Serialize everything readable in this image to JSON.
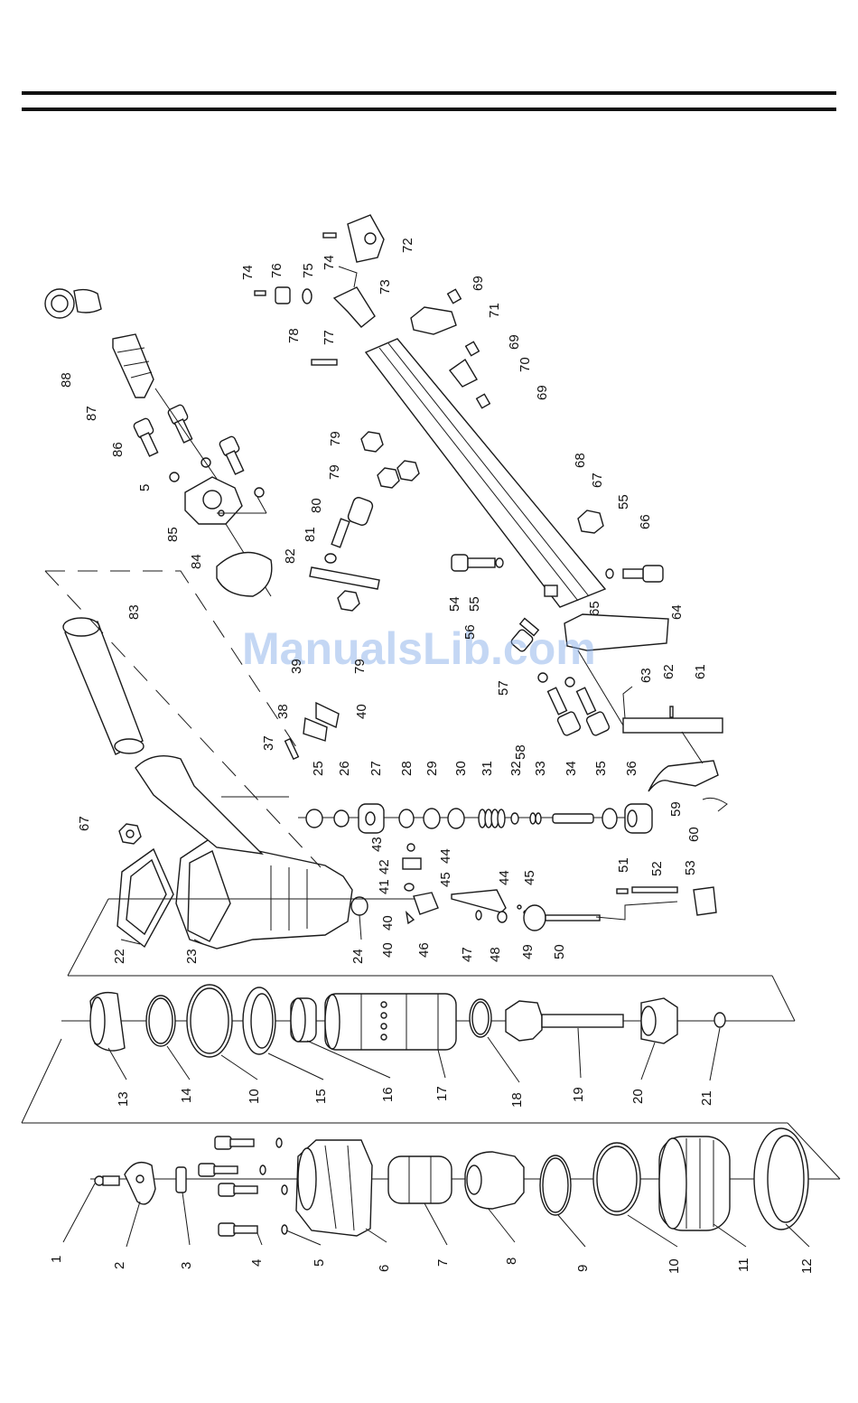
{
  "watermark": "ManualsLib.com",
  "callouts": [
    {
      "id": "c1",
      "text": "1"
    },
    {
      "id": "c2",
      "text": "2"
    },
    {
      "id": "c3",
      "text": "3"
    },
    {
      "id": "c4",
      "text": "4"
    },
    {
      "id": "c5a",
      "text": "5"
    },
    {
      "id": "c5b",
      "text": "5"
    },
    {
      "id": "c6",
      "text": "6"
    },
    {
      "id": "c7",
      "text": "7"
    },
    {
      "id": "c8",
      "text": "8"
    },
    {
      "id": "c9",
      "text": "9"
    },
    {
      "id": "c10a",
      "text": "10"
    },
    {
      "id": "c10b",
      "text": "10"
    },
    {
      "id": "c11",
      "text": "11"
    },
    {
      "id": "c12",
      "text": "12"
    },
    {
      "id": "c13",
      "text": "13"
    },
    {
      "id": "c14",
      "text": "14"
    },
    {
      "id": "c15",
      "text": "15"
    },
    {
      "id": "c16",
      "text": "16"
    },
    {
      "id": "c17",
      "text": "17"
    },
    {
      "id": "c18",
      "text": "18"
    },
    {
      "id": "c19",
      "text": "19"
    },
    {
      "id": "c20",
      "text": "20"
    },
    {
      "id": "c21",
      "text": "21"
    },
    {
      "id": "c22",
      "text": "22"
    },
    {
      "id": "c23",
      "text": "23"
    },
    {
      "id": "c24",
      "text": "24"
    },
    {
      "id": "c25",
      "text": "25"
    },
    {
      "id": "c26",
      "text": "26"
    },
    {
      "id": "c27",
      "text": "27"
    },
    {
      "id": "c28",
      "text": "28"
    },
    {
      "id": "c29",
      "text": "29"
    },
    {
      "id": "c30",
      "text": "30"
    },
    {
      "id": "c31",
      "text": "31"
    },
    {
      "id": "c32",
      "text": "32"
    },
    {
      "id": "c33",
      "text": "33"
    },
    {
      "id": "c34",
      "text": "34"
    },
    {
      "id": "c35",
      "text": "35"
    },
    {
      "id": "c36",
      "text": "36"
    },
    {
      "id": "c37",
      "text": "37"
    },
    {
      "id": "c38",
      "text": "38"
    },
    {
      "id": "c39",
      "text": "39"
    },
    {
      "id": "c40a",
      "text": "40"
    },
    {
      "id": "c40b",
      "text": "40"
    },
    {
      "id": "c40c",
      "text": "40"
    },
    {
      "id": "c41",
      "text": "41"
    },
    {
      "id": "c42",
      "text": "42"
    },
    {
      "id": "c43",
      "text": "43"
    },
    {
      "id": "c44a",
      "text": "44"
    },
    {
      "id": "c44b",
      "text": "44"
    },
    {
      "id": "c45a",
      "text": "45"
    },
    {
      "id": "c45b",
      "text": "45"
    },
    {
      "id": "c46",
      "text": "46"
    },
    {
      "id": "c47",
      "text": "47"
    },
    {
      "id": "c48",
      "text": "48"
    },
    {
      "id": "c49",
      "text": "49"
    },
    {
      "id": "c50",
      "text": "50"
    },
    {
      "id": "c51",
      "text": "51"
    },
    {
      "id": "c52",
      "text": "52"
    },
    {
      "id": "c53",
      "text": "53"
    },
    {
      "id": "c54",
      "text": "54"
    },
    {
      "id": "c55a",
      "text": "55"
    },
    {
      "id": "c55b",
      "text": "55"
    },
    {
      "id": "c56",
      "text": "56"
    },
    {
      "id": "c57",
      "text": "57"
    },
    {
      "id": "c58",
      "text": "58"
    },
    {
      "id": "c59",
      "text": "59"
    },
    {
      "id": "c60",
      "text": "60"
    },
    {
      "id": "c61",
      "text": "61"
    },
    {
      "id": "c62",
      "text": "62"
    },
    {
      "id": "c63",
      "text": "63"
    },
    {
      "id": "c64",
      "text": "64"
    },
    {
      "id": "c65",
      "text": "65"
    },
    {
      "id": "c66",
      "text": "66"
    },
    {
      "id": "c67a",
      "text": "67"
    },
    {
      "id": "c67b",
      "text": "67"
    },
    {
      "id": "c68",
      "text": "68"
    },
    {
      "id": "c69a",
      "text": "69"
    },
    {
      "id": "c69b",
      "text": "69"
    },
    {
      "id": "c69c",
      "text": "69"
    },
    {
      "id": "c70",
      "text": "70"
    },
    {
      "id": "c71",
      "text": "71"
    },
    {
      "id": "c72",
      "text": "72"
    },
    {
      "id": "c73",
      "text": "73"
    },
    {
      "id": "c74a",
      "text": "74"
    },
    {
      "id": "c74b",
      "text": "74"
    },
    {
      "id": "c75",
      "text": "75"
    },
    {
      "id": "c76",
      "text": "76"
    },
    {
      "id": "c77",
      "text": "77"
    },
    {
      "id": "c78",
      "text": "78"
    },
    {
      "id": "c79a",
      "text": "79"
    },
    {
      "id": "c79b",
      "text": "79"
    },
    {
      "id": "c79c",
      "text": "79"
    },
    {
      "id": "c80",
      "text": "80"
    },
    {
      "id": "c81",
      "text": "81"
    },
    {
      "id": "c82",
      "text": "82"
    },
    {
      "id": "c83",
      "text": "83"
    },
    {
      "id": "c84",
      "text": "84"
    },
    {
      "id": "c85",
      "text": "85"
    },
    {
      "id": "c86",
      "text": "86"
    },
    {
      "id": "c87",
      "text": "87"
    },
    {
      "id": "c88",
      "text": "88"
    }
  ]
}
